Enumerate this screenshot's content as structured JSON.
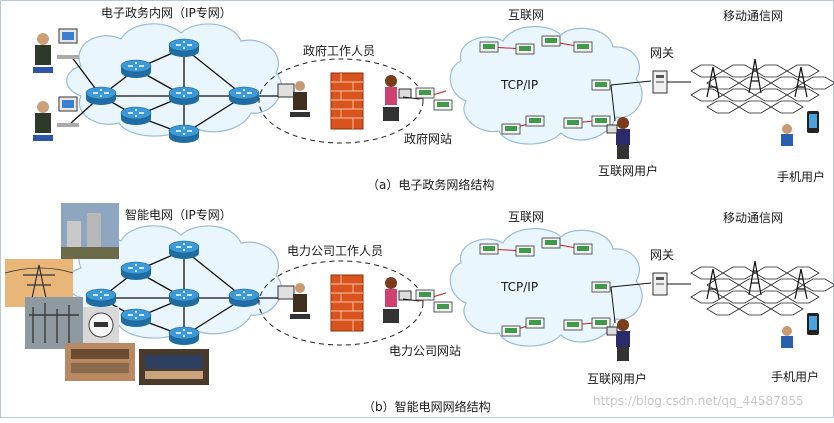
{
  "panel_a": {
    "intranet_title": "电子政务内网（IP专网）",
    "staff_label": "政府工作人员",
    "website_label": "政府网站",
    "internet_title": "互联网",
    "tcpip_label": "TCP/IP",
    "gateway_label": "网关",
    "mobile_title": "移动通信网",
    "internet_user_label": "互联网用户",
    "mobile_user_label": "手机用户",
    "caption": "（a）电子政务网络结构"
  },
  "panel_b": {
    "intranet_title": "智能电网（IP专网）",
    "staff_label": "电力公司工作人员",
    "website_label": "电力公司网站",
    "internet_title": "互联网",
    "tcpip_label": "TCP/IP",
    "gateway_label": "网关",
    "mobile_title": "移动通信网",
    "internet_user_label": "互联网用户",
    "mobile_user_label": "手机用户",
    "caption": "（b）智能电网网络结构"
  },
  "watermark": "https://blog.csdn.net/qq_44587855",
  "colors": {
    "cloud_fill": "#e9f6fd",
    "cloud_stroke": "#9bbbd6",
    "router": "#2c86c4",
    "firewall": "#d9531e",
    "link_red": "#d21c1c"
  }
}
